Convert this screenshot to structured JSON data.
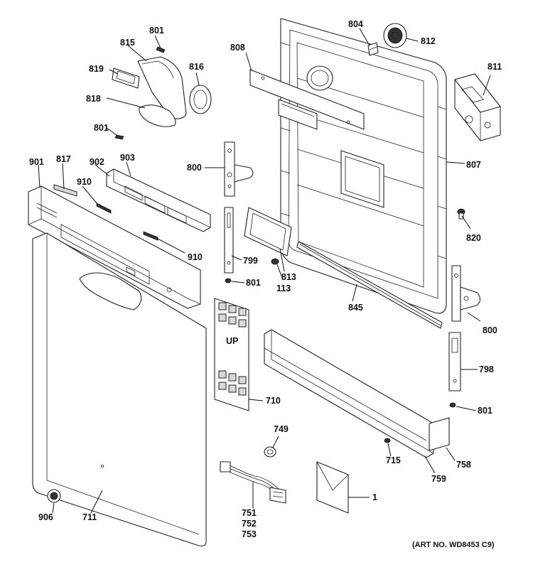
{
  "art_number": "(ART NO. WD8453 C9)",
  "callouts": {
    "c801a": "801",
    "c815": "815",
    "c819": "819",
    "c816": "816",
    "c818": "818",
    "c801b": "801",
    "c817": "817",
    "c901": "901",
    "c902": "902",
    "c903": "903",
    "c910a": "910",
    "c910b": "910",
    "c800a": "800",
    "c808": "808",
    "c804": "804",
    "c812": "812",
    "c811": "811",
    "c807": "807",
    "c820": "820",
    "c799": "799",
    "c813": "813",
    "c801c": "801",
    "c113": "113",
    "c845": "845",
    "c800b": "800",
    "c798": "798",
    "c801d": "801",
    "c710": "710",
    "c749": "749",
    "c715": "715",
    "c758": "758",
    "c759": "759",
    "c751": "751",
    "c752": "752",
    "c753": "753",
    "c1": "1",
    "c906": "906",
    "c711": "711"
  },
  "embossed": {
    "up_label": "UP"
  }
}
